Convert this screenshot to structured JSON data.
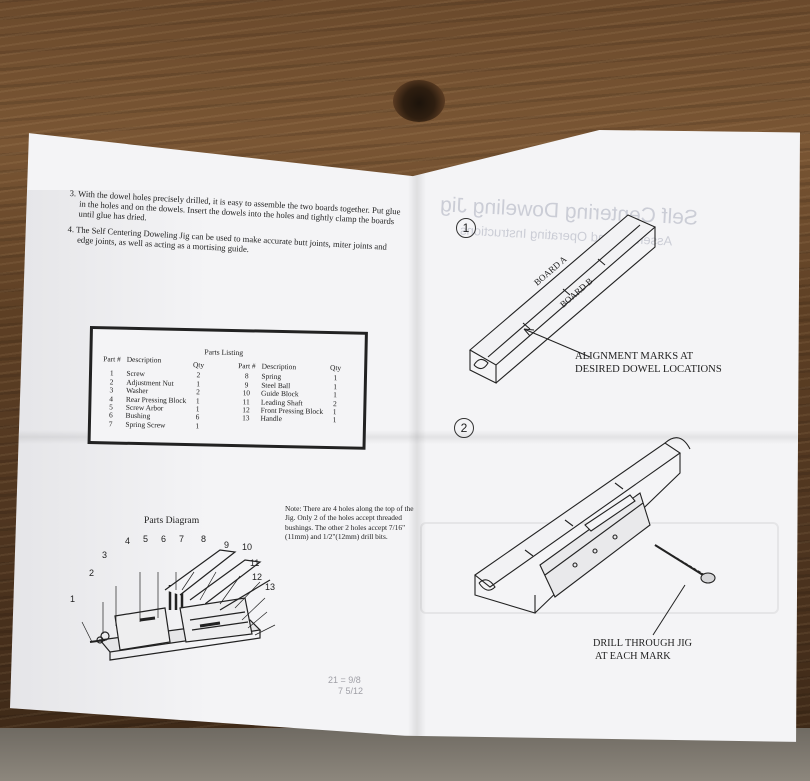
{
  "instructions": [
    "3. With the dowel holes precisely drilled, it is easy to assemble the two boards together. Put glue in the holes and on the dowels. Insert the dowels into the holes and tightly clamp the boards until glue has dried.",
    "4. The Self Centering Doweling Jig can be used to make accurate butt joints, miter joints and edge joints, as well as acting as a mortising guide."
  ],
  "parts_listing": {
    "title": "Parts Listing",
    "headers": {
      "part": "Part #",
      "description": "Description",
      "qty": "Qty"
    },
    "left_rows": [
      {
        "part": "1",
        "description": "Screw",
        "qty": "2"
      },
      {
        "part": "2",
        "description": "Adjustment Nut",
        "qty": "1"
      },
      {
        "part": "3",
        "description": "Washer",
        "qty": "2"
      },
      {
        "part": "4",
        "description": "Rear Pressing Block",
        "qty": "1"
      },
      {
        "part": "5",
        "description": "Screw Arbor",
        "qty": "1"
      },
      {
        "part": "6",
        "description": "Bushing",
        "qty": "6"
      },
      {
        "part": "7",
        "description": "Spring Screw",
        "qty": "1"
      }
    ],
    "right_rows": [
      {
        "part": "8",
        "description": "Spring",
        "qty": "1"
      },
      {
        "part": "9",
        "description": "Steel Ball",
        "qty": "1"
      },
      {
        "part": "10",
        "description": "Guide Block",
        "qty": "1"
      },
      {
        "part": "11",
        "description": "Leading Shaft",
        "qty": "2"
      },
      {
        "part": "12",
        "description": "Front Pressing Block",
        "qty": "1"
      },
      {
        "part": "13",
        "description": "Handle",
        "qty": "1"
      }
    ]
  },
  "parts_diagram": {
    "title": "Parts Diagram",
    "callouts": [
      "1",
      "2",
      "3",
      "4",
      "5",
      "6",
      "7",
      "8",
      "9",
      "10",
      "11",
      "12",
      "13"
    ]
  },
  "note": "Note: There are 4 holes along the top of the Jig. Only 2 of the holes accept threaded bushings. The other 2 holes accept 7/16\"(11mm) and 1/2\"(12mm) drill bits.",
  "step1": {
    "number": "1",
    "board_a": "BOARD A",
    "board_b": "BOARD B",
    "label_line1": "ALIGNMENT MARKS AT",
    "label_line2": "DESIRED DOWEL LOCATIONS"
  },
  "step2": {
    "number": "2",
    "label_line1": "DRILL THROUGH JIG",
    "label_line2": "AT EACH MARK"
  },
  "pencil_marks": [
    "21 = 9/8",
    "7 5/12"
  ],
  "colors": {
    "paper": "#f4f4f6",
    "ink": "#222222",
    "wood": "#5d3f24"
  }
}
